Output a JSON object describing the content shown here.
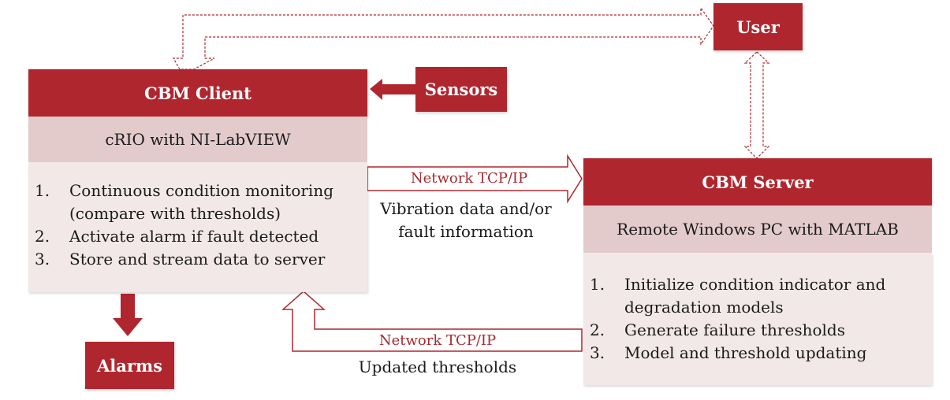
{
  "client": {
    "title": "CBM Client",
    "platform": "cRIO with NI-LabVIEW",
    "steps": [
      {
        "num": "1.",
        "text": "Continuous condition monitoring (compare with thresholds)"
      },
      {
        "num": "2.",
        "text": "Activate alarm if fault detected"
      },
      {
        "num": "3.",
        "text": "Store and stream data to server"
      }
    ]
  },
  "server": {
    "title": "CBM Server",
    "platform": "Remote Windows PC with MATLAB",
    "steps": [
      {
        "num": "1.",
        "text": "Initialize condition indicator and degradation models"
      },
      {
        "num": "2.",
        "text": "Generate failure thresholds"
      },
      {
        "num": "3.",
        "text": "Model and threshold updating"
      }
    ]
  },
  "user": "User",
  "sensors": "Sensors",
  "alarms": "Alarms",
  "link_up": {
    "protocol": "Network TCP/IP",
    "payload": "Vibration data and/or fault information"
  },
  "link_down": {
    "protocol": "Network TCP/IP",
    "payload": "Updated thresholds"
  },
  "colors": {
    "accent": "#b0262e",
    "band": "#e3cbcc",
    "panel": "#f3e8e8",
    "label_red": "#a52a2f"
  }
}
